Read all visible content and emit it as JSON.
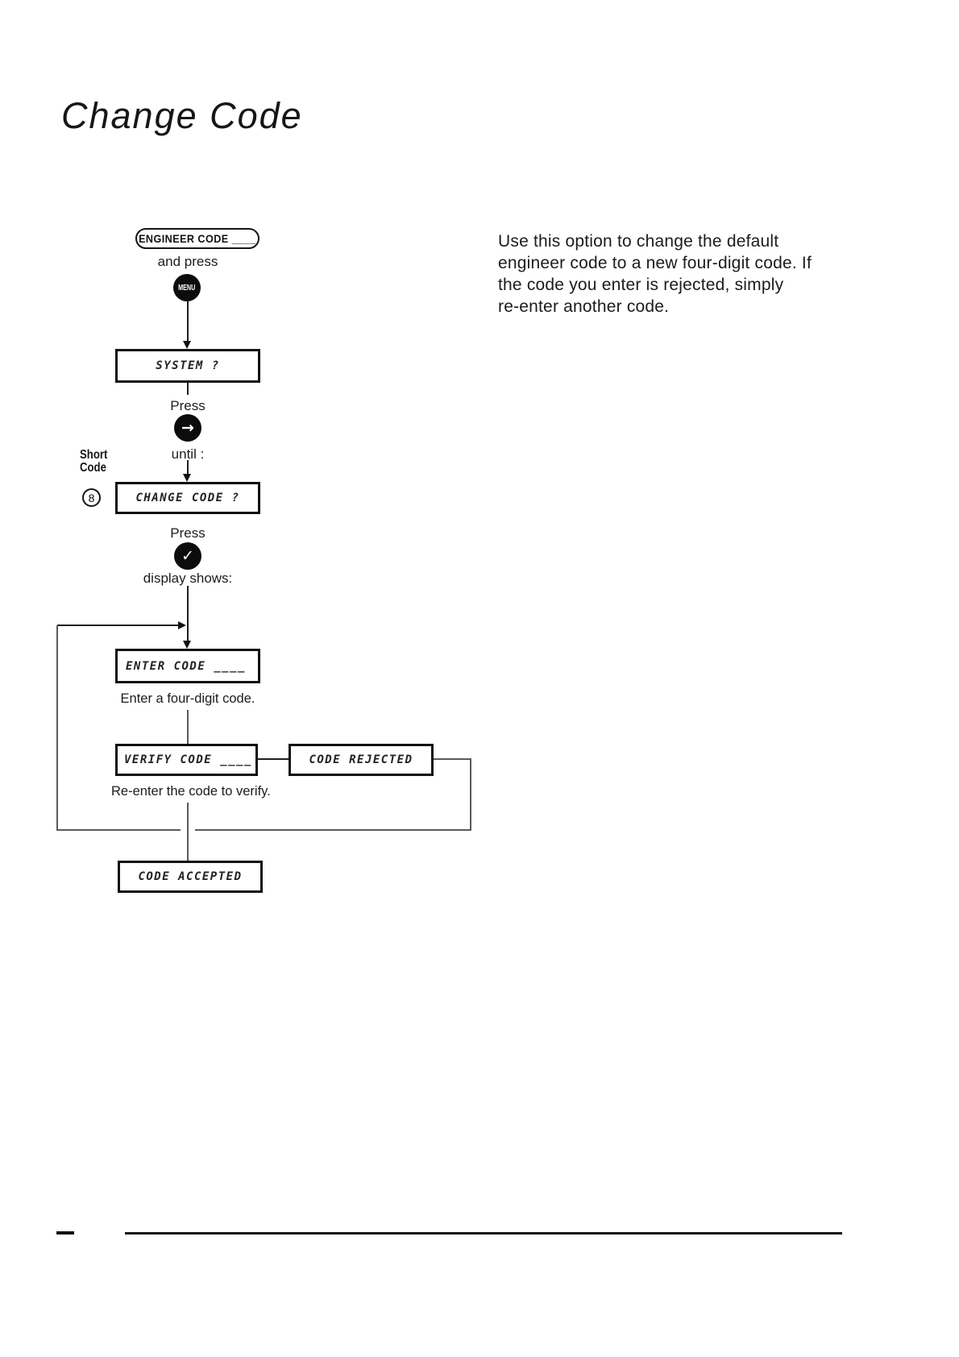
{
  "page": {
    "title": "Change Code",
    "description_lines": [
      "Use this option to change the default",
      "engineer code to a new four-digit code. If",
      "the code you enter is rejected, simply",
      "re-enter another code."
    ]
  },
  "flowchart": {
    "start_condition": "ENGINEER CODE ____",
    "and_press_label": "and press",
    "menu_button_label": "MENU",
    "press_label_1": "Press",
    "until_label": "until :",
    "press_label_2": "Press",
    "display_shows_label": "display shows:",
    "short_code": {
      "label_line1": "Short",
      "label_line2": "Code",
      "number": "8"
    },
    "displays": {
      "system": "SYSTEM ?",
      "change_code": "CHANGE CODE ?",
      "enter_code": "ENTER CODE ____",
      "verify_code": "VERIFY CODE ____",
      "code_rejected": "CODE REJECTED",
      "code_accepted": "CODE ACCEPTED"
    },
    "enter_code_caption": "Enter a four-digit code.",
    "verify_code_caption": "Re-enter the code to verify.",
    "icons": {
      "right_arrow": "→",
      "check": "✓"
    }
  },
  "colors": {
    "ink": "#1a1a1a",
    "background": "#ffffff"
  }
}
